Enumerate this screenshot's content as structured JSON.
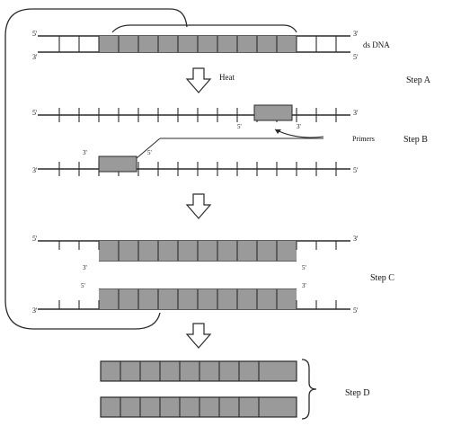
{
  "labels": {
    "ds_dna": "ds DNA",
    "heat": "Heat",
    "primers": "Primers",
    "step_a": "Step A",
    "step_b": "Step B",
    "step_c": "Step C",
    "step_d": "Step D",
    "five_prime": "5'",
    "three_prime": "3'"
  },
  "colors": {
    "shaded": "#9a9a9a",
    "stroke": "#2a2a2a"
  }
}
